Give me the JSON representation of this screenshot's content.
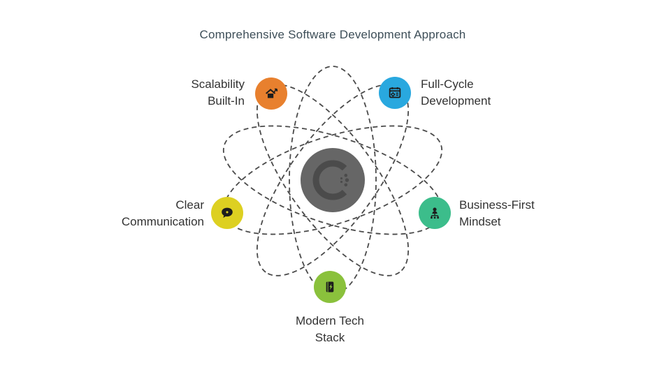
{
  "title": "Comprehensive Software Development Approach",
  "background": "#ffffff",
  "orbits": {
    "color": "#4a4a4a",
    "style": "dashed"
  },
  "center": {
    "logo": "C-mark",
    "circle_color": "#666666",
    "logo_color": "#4b4b4b"
  },
  "nodes": [
    {
      "id": "scalability-built-in",
      "label": "Scalability\nBuilt-In",
      "color": "#e8802e",
      "icon": "house-growth-icon"
    },
    {
      "id": "full-cycle-development",
      "label": "Full-Cycle\nDevelopment",
      "color": "#29a8df",
      "icon": "calendar-gear-icon"
    },
    {
      "id": "clear-communication",
      "label": "Clear\nCommunication",
      "color": "#ddd021",
      "icon": "speech-bubble-icon"
    },
    {
      "id": "business-first-mindset",
      "label": "Business-First\nMindset",
      "color": "#3cbd8b",
      "icon": "person-hierarchy-icon"
    },
    {
      "id": "modern-tech-stack",
      "label": "Modern Tech\nStack",
      "color": "#8ac13c",
      "icon": "bolt-journal-icon"
    }
  ]
}
